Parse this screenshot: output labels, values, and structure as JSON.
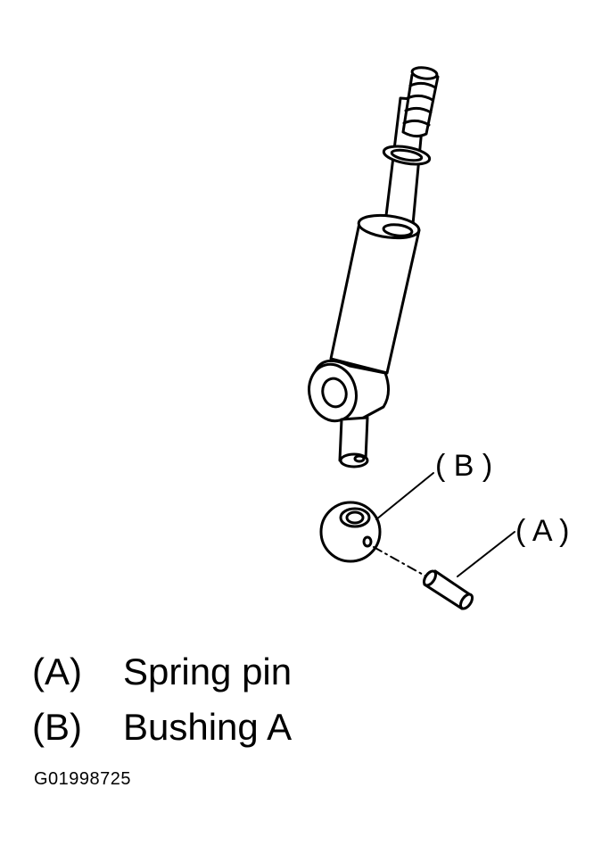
{
  "callouts": {
    "b": "( B )",
    "a": "( A )"
  },
  "legend": [
    {
      "key": "(A)",
      "label": "Spring pin"
    },
    {
      "key": "(B)",
      "label": "Bushing A"
    }
  ],
  "figure_id": "G01998725"
}
